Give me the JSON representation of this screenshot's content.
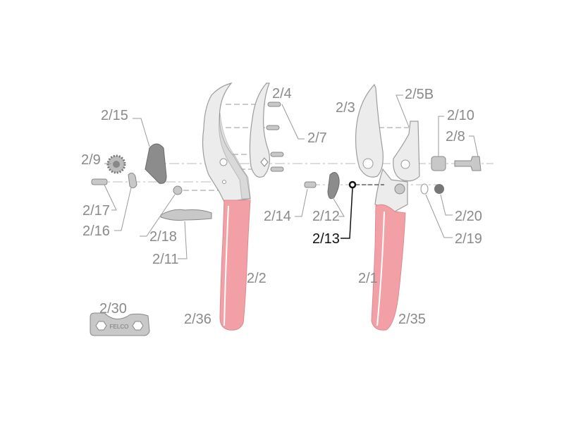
{
  "diagram": {
    "colors": {
      "handle": "#f2a0a6",
      "label": "#8a8a8a",
      "highlight": "#111111",
      "metal": "#ececec"
    },
    "highlighted_part": "2/13",
    "labels": {
      "p2_15": "2/15",
      "p2_9": "2/9",
      "p2_17": "2/17",
      "p2_16": "2/16",
      "p2_18": "2/18",
      "p2_11": "2/11",
      "p2_4": "2/4",
      "p2_7": "2/7",
      "p2_2": "2/2",
      "p2_36": "2/36",
      "p2_30": "2/30",
      "p2_3": "2/3",
      "p2_5B": "2/5B",
      "p2_10": "2/10",
      "p2_8": "2/8",
      "p2_14": "2/14",
      "p2_12": "2/12",
      "p2_13": "2/13",
      "p2_20": "2/20",
      "p2_19": "2/19",
      "p2_1": "2/1",
      "p2_35": "2/35"
    },
    "wrench_logo": "FELCO"
  }
}
